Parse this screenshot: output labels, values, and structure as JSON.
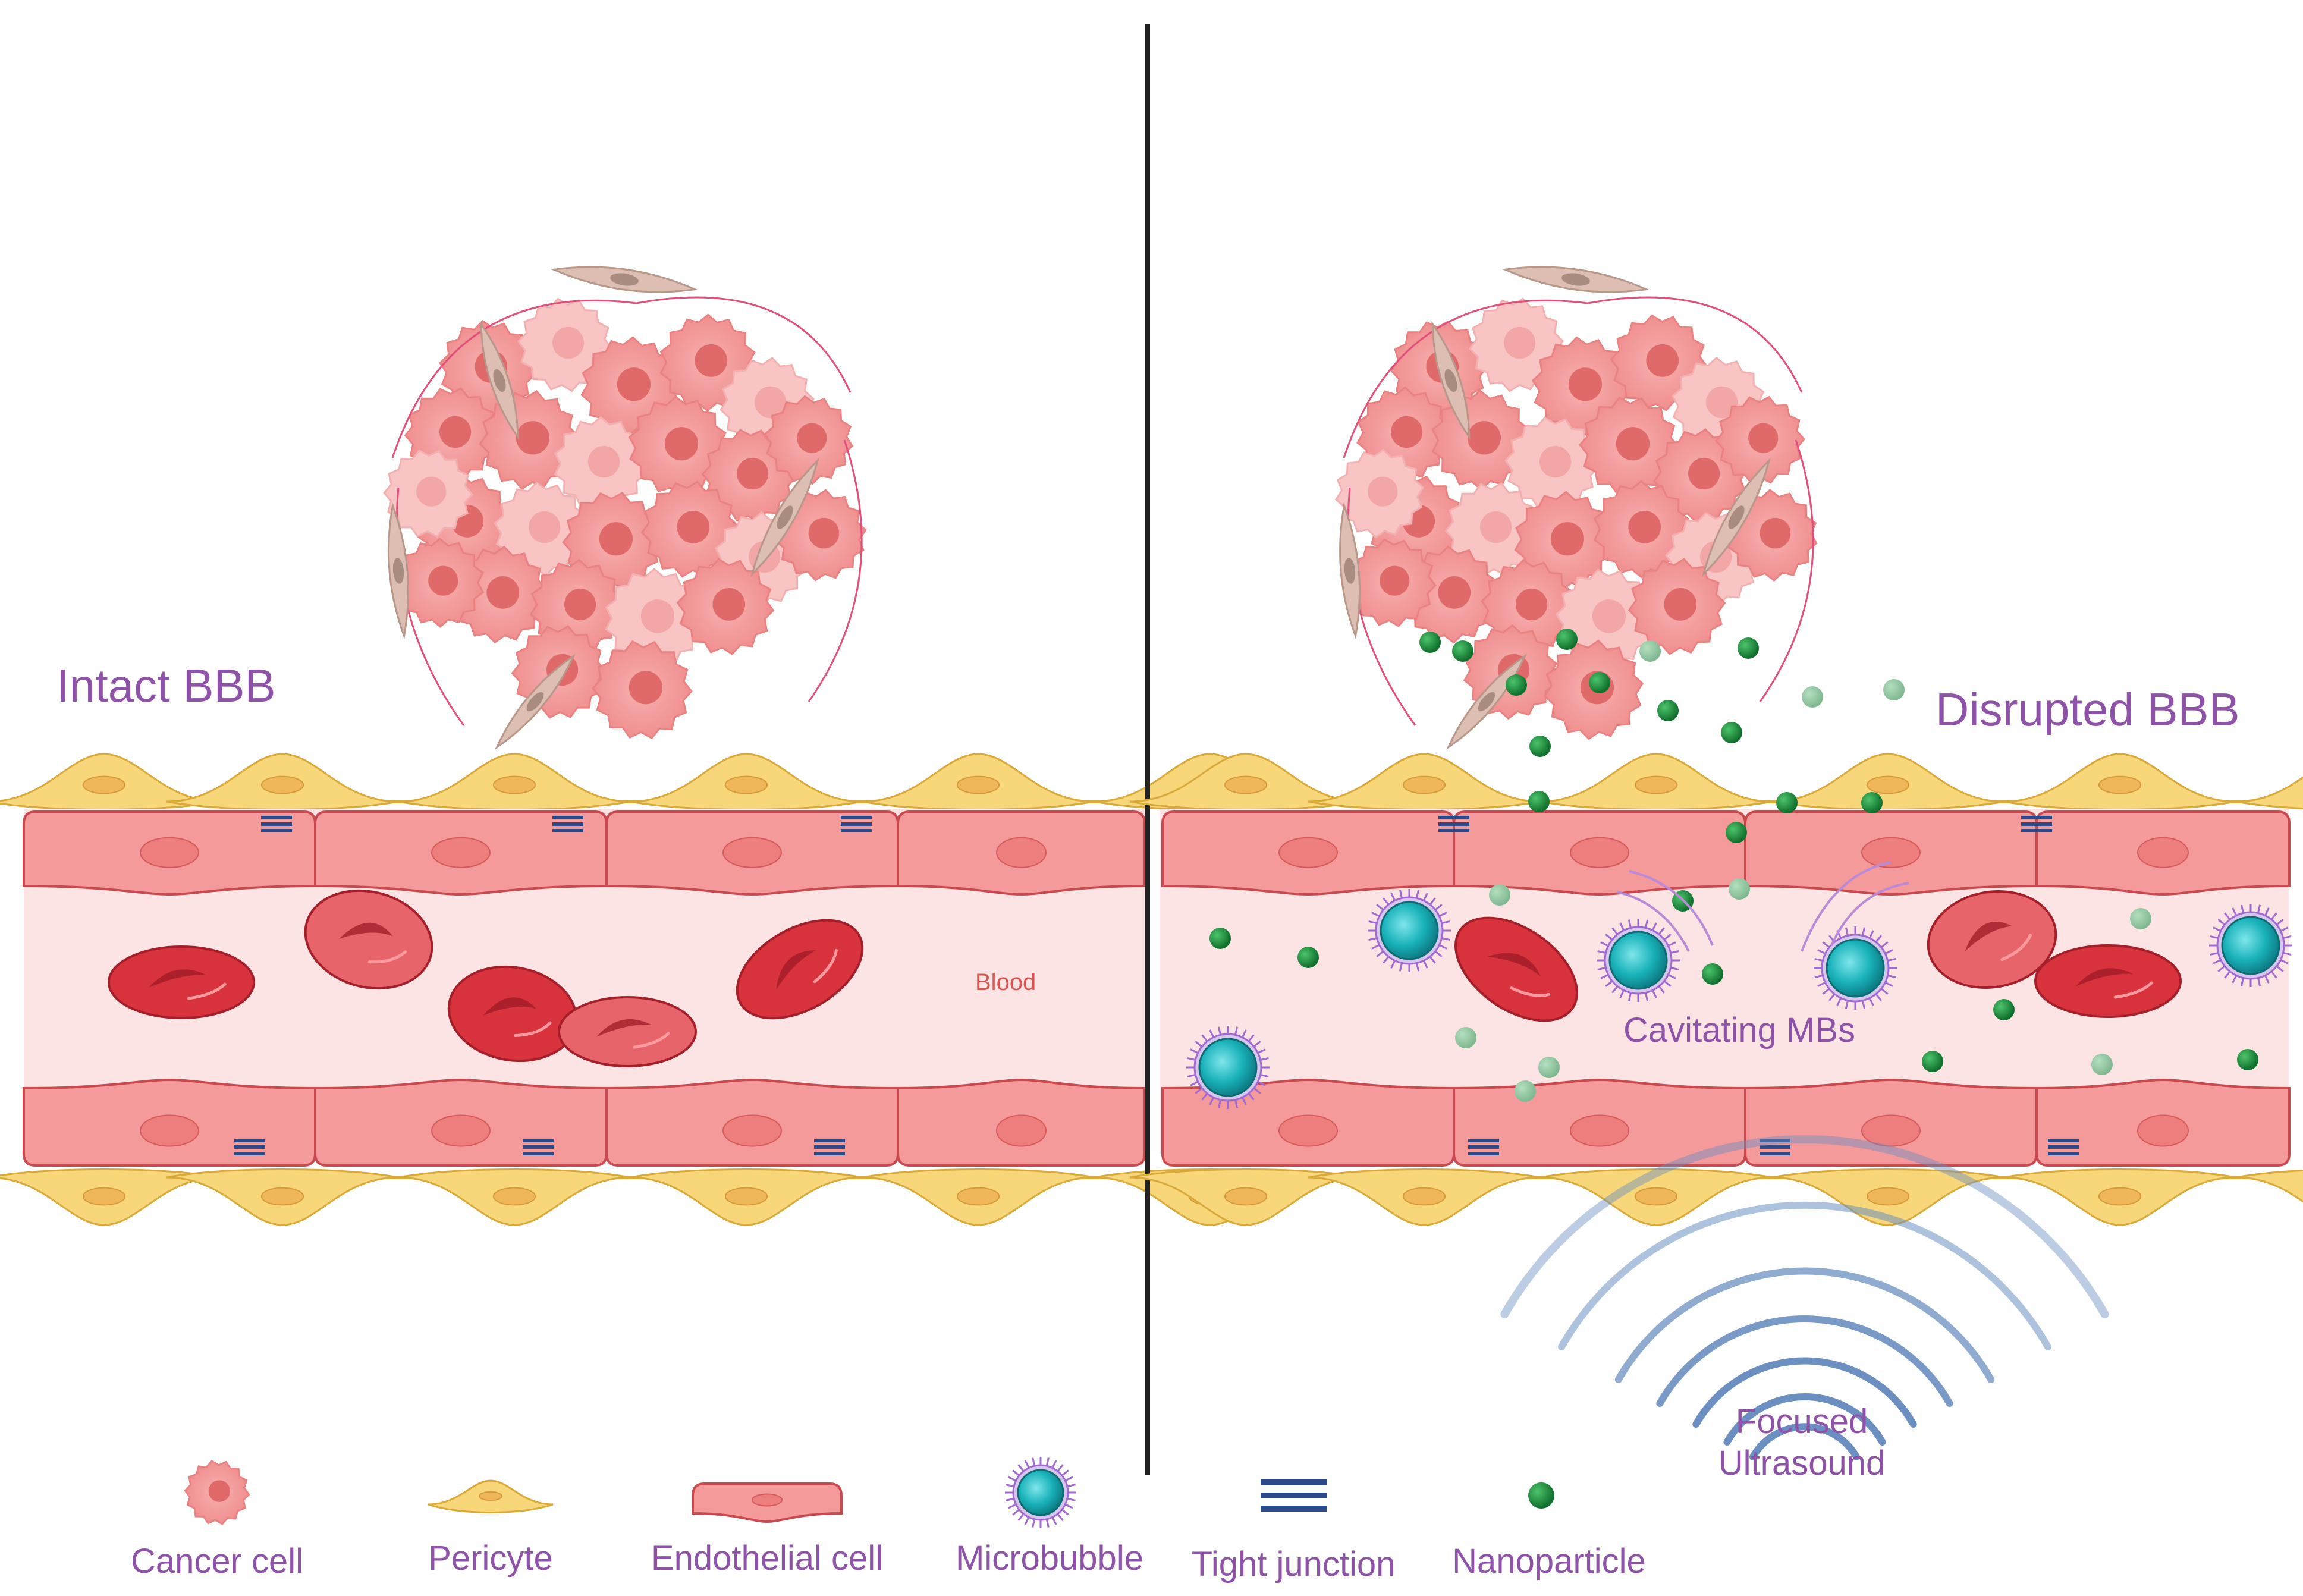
{
  "panels": {
    "left": {
      "title": "Intact BBB"
    },
    "right": {
      "title": "Disrupted  BBB"
    }
  },
  "labels": {
    "blood": "Blood",
    "cavitating": "Cavitating MBs",
    "focused_line1": "Focused",
    "focused_line2": "Ultrasound"
  },
  "legend": [
    {
      "label": "Cancer cell",
      "icon": "cancer-cell-icon"
    },
    {
      "label": "Pericyte",
      "icon": "pericyte-icon"
    },
    {
      "label": "Endothelial cell",
      "icon": "endothelial-cell-icon"
    },
    {
      "label": "Microbubble",
      "icon": "microbubble-icon"
    },
    {
      "label": "Tight junction",
      "icon": "tight-junction-icon"
    },
    {
      "label": "Nanoparticle",
      "icon": "nanoparticle-icon"
    }
  ],
  "colors": {
    "title": "#8e52a8",
    "cancer_cell": "#f49c9c",
    "cancer_nucleus": "#e06a6a",
    "pericyte": "#f8d77a",
    "endothelial": "#f49a9a",
    "blood_bg": "#fde4e4",
    "rbc": "#d8323c",
    "microbubble": "#1fb8c0",
    "microbubble_halo": "#a06ad0",
    "nanoparticle": "#1a8a3a",
    "tight_junction": "#2a4a8a",
    "ultrasound": "#6a8fc0",
    "divider": "#222222"
  }
}
